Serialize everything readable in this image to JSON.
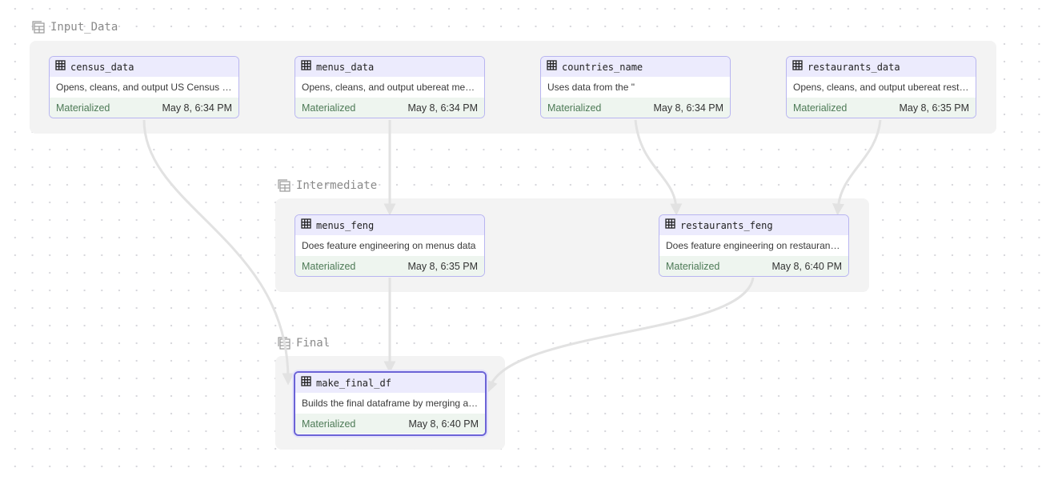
{
  "groups": {
    "input": {
      "label": "Input_Data"
    },
    "intermediate": {
      "label": "Intermediate"
    },
    "final": {
      "label": "Final"
    }
  },
  "nodes": {
    "census_data": {
      "title": "census_data",
      "description": "Opens, cleans, and output US Census data",
      "status": "Materialized",
      "timestamp": "May 8, 6:34 PM"
    },
    "menus_data": {
      "title": "menus_data",
      "description": "Opens, cleans, and output ubereat menus data",
      "status": "Materialized",
      "timestamp": "May 8, 6:34 PM"
    },
    "countries_name": {
      "title": "countries_name",
      "description": "Uses data from the \"",
      "status": "Materialized",
      "timestamp": "May 8, 6:34 PM"
    },
    "restaurants_data": {
      "title": "restaurants_data",
      "description": "Opens, cleans, and output ubereat restaurants data",
      "status": "Materialized",
      "timestamp": "May 8, 6:35 PM"
    },
    "menus_feng": {
      "title": "menus_feng",
      "description": "Does feature engineering on menus data",
      "status": "Materialized",
      "timestamp": "May 8, 6:35 PM"
    },
    "restaurants_feng": {
      "title": "restaurants_feng",
      "description": "Does feature engineering on restaurants data",
      "status": "Materialized",
      "timestamp": "May 8, 6:40 PM"
    },
    "make_final_df": {
      "title": "make_final_df",
      "description": "Builds the final dataframe by merging all data",
      "status": "Materialized",
      "timestamp": "May 8, 6:40 PM"
    }
  },
  "edges": [
    {
      "from": "census_data",
      "to": "make_final_df"
    },
    {
      "from": "menus_data",
      "to": "menus_feng"
    },
    {
      "from": "countries_name",
      "to": "restaurants_feng"
    },
    {
      "from": "restaurants_data",
      "to": "restaurants_feng"
    },
    {
      "from": "menus_feng",
      "to": "make_final_df"
    },
    {
      "from": "restaurants_feng",
      "to": "make_final_df"
    }
  ],
  "colors": {
    "node_border": "#b8b5f0",
    "node_header": "#ecebfd",
    "node_footer": "#eef5ef",
    "status_text": "#4d7a56",
    "selected_border": "#6b63d6",
    "edge": "#e2e2e2"
  },
  "icons": {
    "node": "table-icon",
    "group": "asset-group-icon"
  }
}
